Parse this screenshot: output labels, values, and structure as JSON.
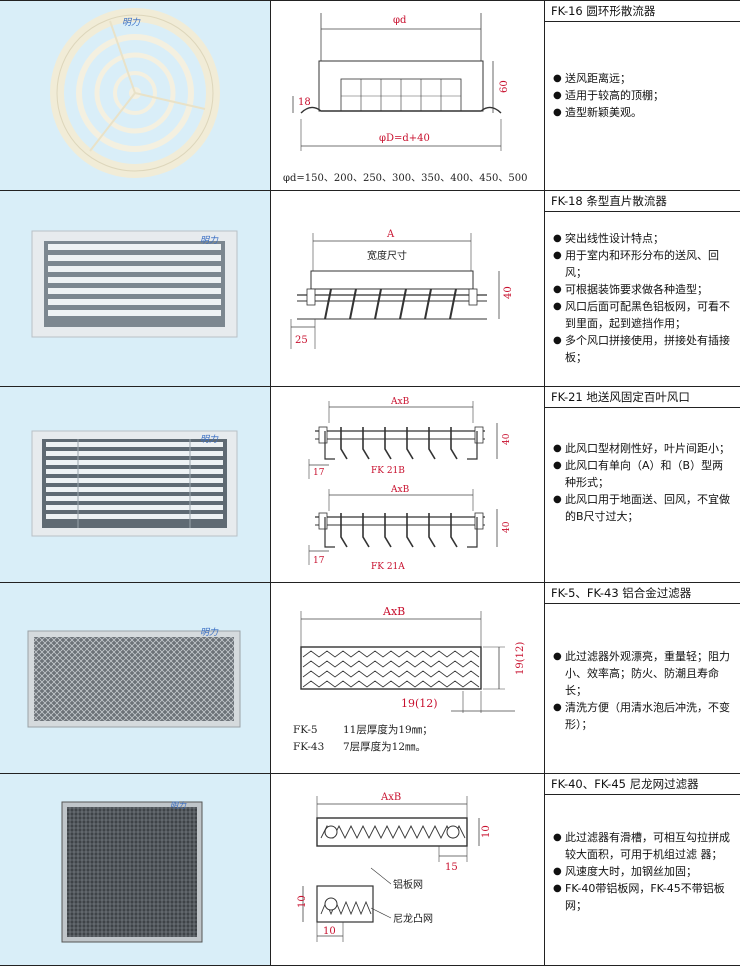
{
  "products": [
    {
      "title": "FK-16 圆环形散流器",
      "brand": "明力",
      "features": [
        "送风距离远；",
        "适用于较高的顶棚；",
        "造型新颖美观。"
      ],
      "dims": {
        "top": "φd",
        "bottom": "φD=d+40",
        "left": "18",
        "right": "60"
      },
      "note": "φd=150、200、250、300、350、400、450、500"
    },
    {
      "title": "FK-18 条型直片散流器",
      "brand": "明力",
      "features": [
        "突出线性设计特点；",
        "用于室内和环形分布的送风、回 风；",
        "可根据装饰要求做各种造型；",
        "风口后面可配黑色铝板网，可看不到里面，起到遮挡作用；",
        "多个风口拼接使用，拼接处有插接板；"
      ],
      "dims": {
        "top": "A",
        "sub": "宽度尺寸",
        "right": "40",
        "left": "25"
      }
    },
    {
      "title": "FK-21 地送风固定百叶风口",
      "brand": "明力",
      "features": [
        "此风口型材刚性好，叶片间距小；",
        "此风口有单向（A）和（B）型两种形式；",
        "此风口用于地面送、回风，不宜做的B尺寸过大；"
      ],
      "dims": {
        "top1": "AxB",
        "right1": "40",
        "left1": "17",
        "label1": "FK 21B",
        "top2": "AxB",
        "right2": "40",
        "left2": "17",
        "label2": "FK 21A"
      }
    },
    {
      "title": "FK-5、FK-43 铝合金过滤器",
      "brand": "明力",
      "features": [
        "此过滤器外观漂亮，重量轻；阻力小、效率高；防火、防潮且寿命长；",
        "清洗方便（用清水泡后冲洗，不变形）；"
      ],
      "dims": {
        "top": "AxB",
        "right": "19(12)",
        "bottom": "19(12)"
      },
      "notes": [
        {
          "model": "FK-5",
          "desc": "11层厚度为19㎜；"
        },
        {
          "model": "FK-43",
          "desc": "7层厚度为12㎜。"
        }
      ]
    },
    {
      "title": "FK-40、FK-45 尼龙网过滤器",
      "brand": "明力",
      "features": [
        "此过滤器有滑槽，可相互勾拉拼成较大面积，可用于机组过滤 器；",
        "风速度大时，加钢丝加固；",
        "FK-40带铝板网，FK-45不带铝板网；"
      ],
      "dims": {
        "top": "AxB",
        "right": "10",
        "mid": "15",
        "left2": "10",
        "bottom2": "10",
        "label1": "铝板网",
        "label2": "尼龙凸网"
      }
    }
  ],
  "colors": {
    "photo_bg": "#d9eef8",
    "dimension_red": "#c8102e",
    "brand_blue": "#3a6fc4"
  }
}
